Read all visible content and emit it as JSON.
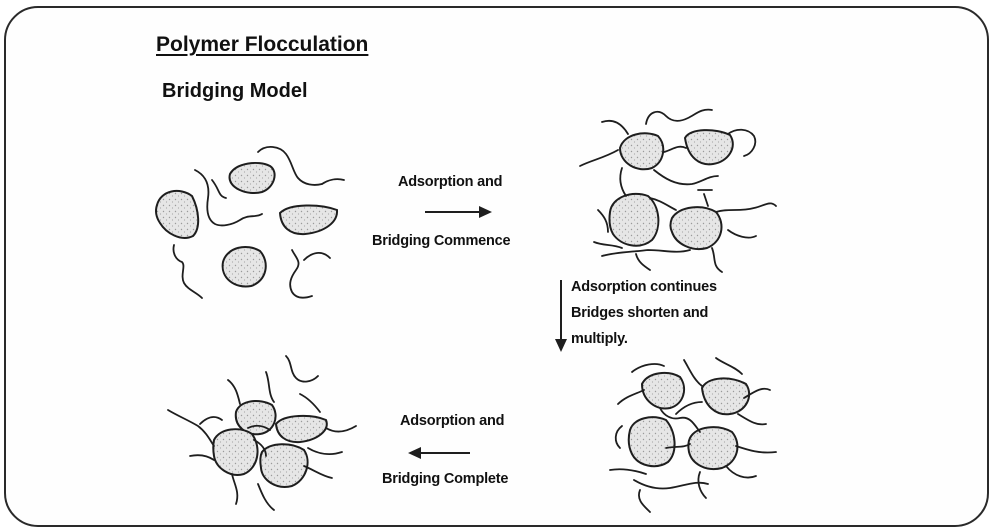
{
  "title": "Polymer Flocculation",
  "subtitle": "Bridging Model",
  "steps": {
    "adsorption_start": {
      "line1": "Adsorption and",
      "line2": "Bridging Commence",
      "arrow_icon": "arrow-right"
    },
    "adsorption_continues": {
      "line1": "Adsorption continues",
      "line2": "Bridges shorten and",
      "line3": "multiply.",
      "arrow_icon": "arrow-down"
    },
    "adsorption_complete": {
      "line1": "Adsorption and",
      "line2": "Bridging Complete",
      "arrow_icon": "arrow-left"
    }
  },
  "colors": {
    "ink": "#1e1e1e",
    "particle_fill": "#e4e4e4"
  }
}
